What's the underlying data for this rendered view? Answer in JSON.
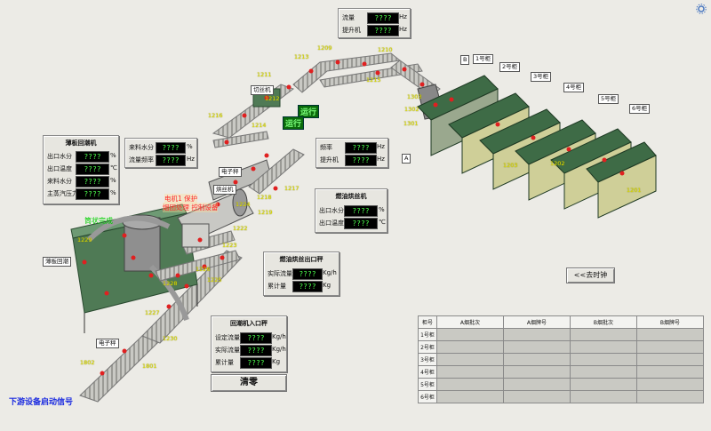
{
  "top_panel": {
    "rows": [
      {
        "label": "流量",
        "value": "????",
        "unit": "Hz"
      },
      {
        "label": "提升机",
        "value": "????",
        "unit": "Hz"
      }
    ]
  },
  "left_panel": {
    "title": "薄板回潮机",
    "rows": [
      {
        "label": "出口水分",
        "value": "????",
        "unit": "%"
      },
      {
        "label": "出口温度",
        "value": "????",
        "unit": "℃"
      },
      {
        "label": "来料水分",
        "value": "????",
        "unit": "%"
      },
      {
        "label": "主蒸汽压力",
        "value": "????",
        "unit": "%"
      }
    ]
  },
  "mid_panel": {
    "rows": [
      {
        "label": "来料水分",
        "value": "????",
        "unit": "%"
      },
      {
        "label": "流量频率",
        "value": "????",
        "unit": "Hz"
      }
    ]
  },
  "right_panel": {
    "rows": [
      {
        "label": "频率",
        "value": "????",
        "unit": "Hz"
      },
      {
        "label": "提升机",
        "value": "????",
        "unit": "Hz"
      }
    ]
  },
  "dryer_panel": {
    "title": "燃油烘丝机",
    "rows": [
      {
        "label": "出口水分",
        "value": "????",
        "unit": "%"
      },
      {
        "label": "出口温度",
        "value": "????",
        "unit": "℃"
      }
    ]
  },
  "dryer_out_panel": {
    "title": "燃油烘丝出口秤",
    "rows": [
      {
        "label": "实际流量",
        "value": "????",
        "unit": "Kg/h"
      },
      {
        "label": "累计量",
        "value": "????",
        "unit": "Kg"
      }
    ]
  },
  "entry_panel": {
    "title": "回潮机入口秤",
    "rows": [
      {
        "label": "设定流量",
        "value": "????",
        "unit": "Kg/h"
      },
      {
        "label": "实际流量",
        "value": "????",
        "unit": "Kg/h"
      },
      {
        "label": "累计量",
        "value": "????",
        "unit": "Kg"
      }
    ]
  },
  "buttons": {
    "clear": "清零",
    "back": "<<去时钟"
  },
  "labels": {
    "silk_cutter": "切丝机",
    "weigher1": "电子秤",
    "cooler": "烘丝机",
    "moisten": "薄板回潮",
    "weigher2": "电子秤",
    "warm_text": "筒状完成",
    "run1": "运行",
    "run2": "运行",
    "fault1": "电机1 保护",
    "fault2": "烟团处理 控制设备",
    "bottom_msg": "下游设备启动信号",
    "a_marker": "A",
    "b_marker": "B",
    "corner_icon": "gear-icon"
  },
  "silos": [
    "1号柜",
    "2号柜",
    "3号柜",
    "4号柜",
    "5号柜",
    "6号柜"
  ],
  "device_numbers": [
    {
      "text": "1209"
    },
    {
      "text": "1210"
    },
    {
      "text": "1211"
    },
    {
      "text": "1212"
    },
    {
      "text": "1213"
    },
    {
      "text": "1214"
    },
    {
      "text": "1215"
    },
    {
      "text": "1216"
    },
    {
      "text": "1217"
    },
    {
      "text": "1218"
    },
    {
      "text": "1219"
    },
    {
      "text": "1222"
    },
    {
      "text": "1223"
    },
    {
      "text": "1224"
    },
    {
      "text": "1225"
    },
    {
      "text": "1226"
    },
    {
      "text": "1227"
    },
    {
      "text": "1228"
    },
    {
      "text": "1229"
    },
    {
      "text": "1230"
    },
    {
      "text": "1301"
    },
    {
      "text": "1302"
    },
    {
      "text": "1303"
    },
    {
      "text": "1801"
    },
    {
      "text": "1802"
    },
    {
      "text": "1201"
    },
    {
      "text": "1202"
    },
    {
      "text": "1203"
    }
  ],
  "table": {
    "headers": [
      "柜号",
      "A烟批次",
      "A烟牌号",
      "B烟批次",
      "B烟牌号"
    ],
    "rows": [
      [
        "1号柜",
        "",
        "",
        "",
        ""
      ],
      [
        "2号柜",
        "",
        "",
        "",
        ""
      ],
      [
        "3号柜",
        "",
        "",
        "",
        ""
      ],
      [
        "4号柜",
        "",
        "",
        "",
        ""
      ],
      [
        "5号柜",
        "",
        "",
        "",
        ""
      ],
      [
        "6号柜",
        "",
        "",
        "",
        ""
      ]
    ]
  },
  "colors": {
    "accent_green": "#4cff4c",
    "warning_red": "#ff2a2a",
    "machine_green": "#3e6b46",
    "conveyor_gray": "#b4b4b0"
  }
}
